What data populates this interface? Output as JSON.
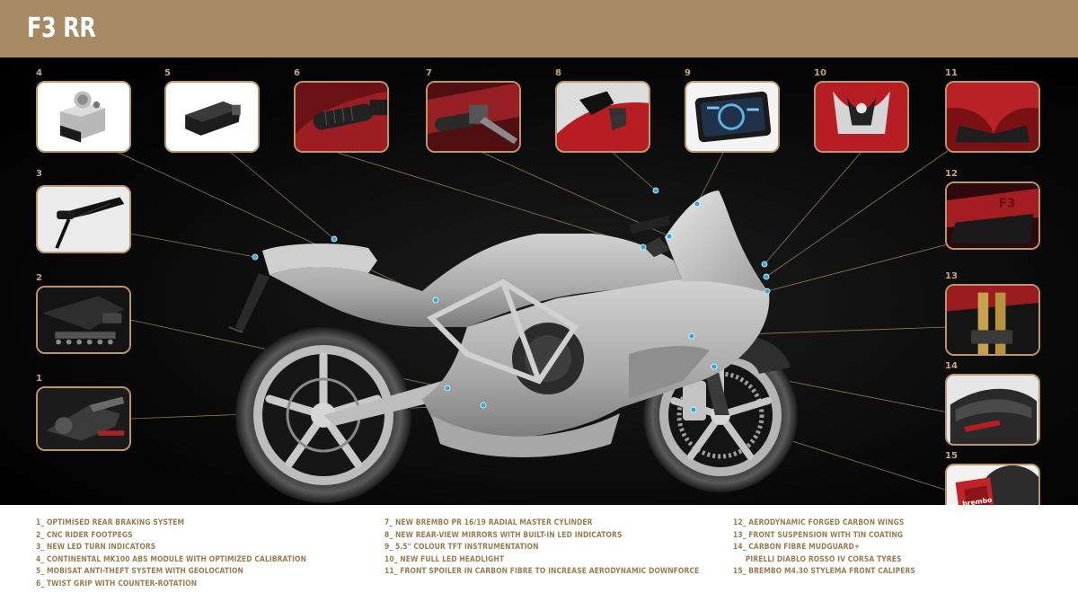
{
  "header": {
    "title": "F3 RR"
  },
  "callouts": [
    {
      "number": "1"
    },
    {
      "number": "2"
    },
    {
      "number": "3"
    },
    {
      "number": "4"
    },
    {
      "number": "5"
    },
    {
      "number": "6"
    },
    {
      "number": "7"
    },
    {
      "number": "8"
    },
    {
      "number": "9"
    },
    {
      "number": "10"
    },
    {
      "number": "11"
    },
    {
      "number": "12"
    },
    {
      "number": "13"
    },
    {
      "number": "14"
    },
    {
      "number": "15"
    }
  ],
  "legend": {
    "col1": [
      "1_ OPTIMISED REAR BRAKING SYSTEM",
      "2_ CNC RIDER FOOTPEGS",
      "3_ NEW LED TURN INDICATORS",
      "4_ CONTINENTAL MK100 ABS MODULE WITH OPTIMIZED CALIBRATION",
      "5_ MOBISAT ANTI-THEFT SYSTEM WITH GEOLOCATION",
      "6_ TWIST GRIP WITH COUNTER-ROTATION"
    ],
    "col2": [
      "7_ NEW BREMBO PR 16/19 RADIAL MASTER CYLINDER",
      "8_ NEW REAR-VIEW MIRRORS WITH BUILT-IN LED INDICATORS",
      "9_ 5.5\" COLOUR TFT INSTRUMENTATION",
      "10_ NEW FULL LED HEADLIGHT",
      "11_ FRONT SPOILER IN CARBON FIBRE TO INCREASE AERODYNAMIC DOWNFORCE"
    ],
    "col3": [
      "12_ AERODYNAMIC FORGED CARBON WINGS",
      "13_ FRONT SUSPENSION WITH TIN COATING",
      "14_ CARBON FIBRE MUDGUARD+",
      "PIRELLI DIABLO ROSSO IV CORSA TYRES",
      "15_ BREMBO M4.30 STYLEMA FRONT CALIPERS"
    ]
  },
  "colors": {
    "gold": "#b9976a",
    "header": "#a58a63",
    "legend_text": "#9a7c52",
    "dot": "#2aa8e0"
  }
}
